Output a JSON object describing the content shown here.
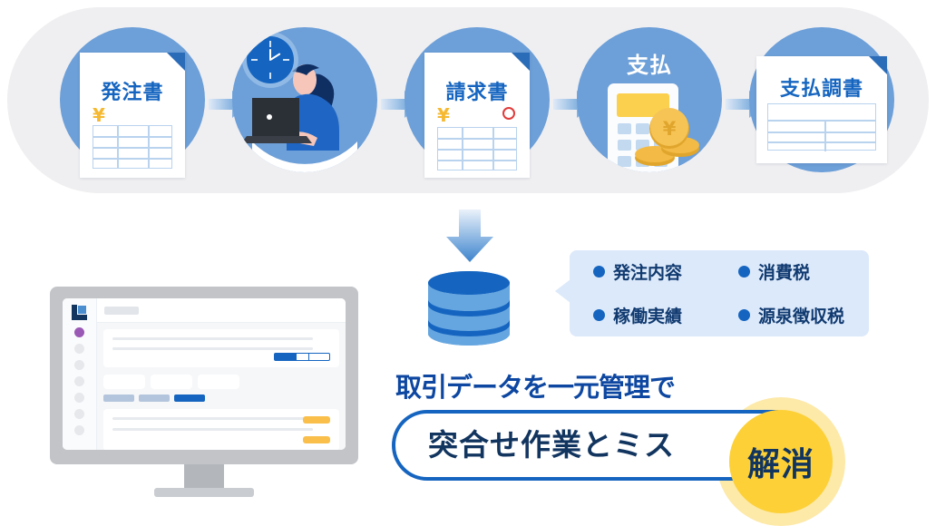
{
  "flow": {
    "steps": [
      {
        "id": "purchase-order",
        "label": "発注書",
        "kind": "document",
        "has_yen": true,
        "has_table": true
      },
      {
        "id": "work-person",
        "label": "",
        "kind": "illustration",
        "icons": [
          "clock-icon",
          "person-laptop-icon"
        ]
      },
      {
        "id": "invoice",
        "label": "請求書",
        "kind": "document",
        "has_yen": true,
        "has_table": true,
        "has_stamp": true
      },
      {
        "id": "payment",
        "label": "支払",
        "kind": "calculator",
        "icons": [
          "calculator-icon",
          "coins-icon"
        ]
      },
      {
        "id": "payment-record",
        "label": "支払調書",
        "kind": "document",
        "has_table": true
      }
    ],
    "arrow_count": 4
  },
  "database": {
    "icon": "database-icon",
    "inbound_arrow": "down-arrow-icon"
  },
  "callout": {
    "items": [
      {
        "label": "発注内容"
      },
      {
        "label": "消費税"
      },
      {
        "label": "稼働実績"
      },
      {
        "label": "源泉徴収税"
      }
    ]
  },
  "headline": {
    "text": "取引データを一元管理で"
  },
  "banner": {
    "pill_text": "突合せ作業とミス",
    "badge_text": "解消"
  },
  "monitor": {
    "app": {
      "logo": "app-logo-icon",
      "nav_items": [
        "active",
        "idle",
        "idle",
        "idle",
        "idle",
        "idle",
        "idle"
      ],
      "progress_percent": 40,
      "tabs": [
        "tab-1",
        "tab-2",
        "tab-3"
      ],
      "chips": [
        "chip-1",
        "chip-2",
        "chip-3-active"
      ]
    }
  },
  "colors": {
    "banner_bg": "#efeff1",
    "disc_blue": "#6d9fd8",
    "brand_blue": "#1565c0",
    "deep_navy": "#123560",
    "callout_bg": "#dce9fa",
    "accent_yellow": "#fcd036",
    "glow_yellow": "#fde9a8",
    "yen_gold": "#f5b932",
    "stamp_red": "#e03a3a"
  }
}
